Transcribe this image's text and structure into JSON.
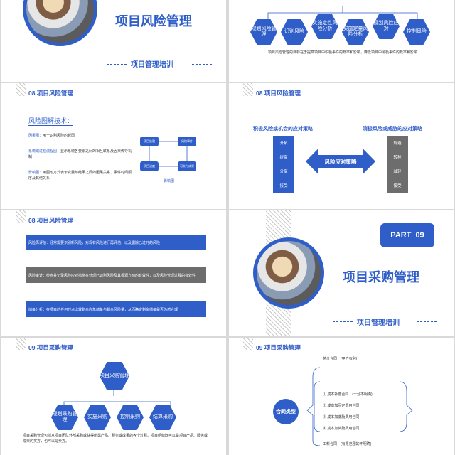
{
  "slide1": {
    "title": "项目风险管理",
    "subtitle": "项目管理培训"
  },
  "slide2": {
    "hexagons": [
      "规划风险管理",
      "识别风险",
      "实施定性风险分析",
      "实施定量风险分析",
      "规划风险应对",
      "控制风险"
    ],
    "caption": "项目风险管理的目标在于提高项目中积极事件的概率和影响，降低项目中消极事件的概率和影响"
  },
  "slide3": {
    "header": "08 项目风险管理",
    "box_title": "风险图解技术：",
    "items": [
      {
        "label": "因果图：",
        "text": "用于识别风险的起因"
      },
      {
        "label": "系统或过程流程图：",
        "text": "显示系统各要素之间的相互联系及因果传导机制"
      },
      {
        "label": "影响图：",
        "text": "用图形方式表示变量与结果之间的因果关系、事件时间顺序及其他关系"
      }
    ],
    "diagram_nodes": [
      "项目依赖",
      "风险事件",
      "项目进度",
      "可交付成果"
    ],
    "diagram_caption": "影响图"
  },
  "slide4": {
    "header": "08 项目风险管理",
    "left_title": "积极风险或机会的应对策略",
    "left_items": [
      "开拓",
      "提高",
      "分享",
      "接受"
    ],
    "center": "风险应对策略",
    "right_title": "消极风险或威胁的应对策略",
    "right_items": [
      "规避",
      "转移",
      "减轻",
      "接受"
    ]
  },
  "slide5": {
    "header": "08 项目风险管理",
    "bars": [
      "风险再评估：经常需要识别新风险，对现有风险进行再评估，以及删除已过时的风险",
      "风险审计：检查并记录风险应对措施在处理已识别风险及其根源方面的有效性，以及风险管理过程的有效性",
      "储备分析：在项目的任何时点比较剩余应急储备与剩余风险量，从而确定剩余储备是否仍然合理"
    ]
  },
  "slide6": {
    "part_label": "PART",
    "part_num": "09",
    "title": "项目采购管理",
    "subtitle": "项目管理培训"
  },
  "slide7": {
    "header": "09 项目采购管理",
    "top_hex": "项目采购管理",
    "hexagons": [
      "规划采购管理",
      "实施采购",
      "控制采购",
      "结算采购"
    ],
    "caption": "项目采购管理包括从项目团队外部采购或获得所需产品、服务或成果的各个过程。项目组织既可以是项目产品、服务或成果的买方，也可以是卖方。"
  },
  "slide8": {
    "header": "09 项目采购管理",
    "circle": "合同类型",
    "group_top": "总价合同　(甲方有利)",
    "items": [
      "① 成本补偿合同　(十分不明确)",
      "② 成本加固定费用合同",
      "③ 成本加激励费用合同",
      "④ 成本加奖励费用合同"
    ],
    "group_bottom": "工料合同　(有限范围的不明确)"
  }
}
